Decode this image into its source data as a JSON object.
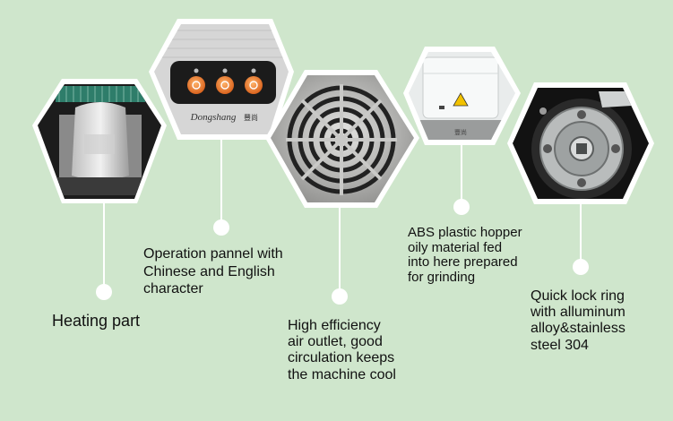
{
  "features": [
    {
      "id": "heating",
      "lines": [
        "Heating part"
      ]
    },
    {
      "id": "panel",
      "lines": [
        "Operation pannel with",
        "Chinese and English",
        "character"
      ],
      "brand": "Dongshang"
    },
    {
      "id": "air",
      "lines": [
        "High efficiency",
        "air outlet, good",
        "circulation keeps",
        "the machine cool"
      ]
    },
    {
      "id": "hopper",
      "lines": [
        "ABS plastic hopper",
        "oily material fed",
        "into here prepared",
        "for grinding"
      ]
    },
    {
      "id": "lock",
      "lines": [
        "Quick lock ring",
        "with alluminum",
        "alloy&stainless",
        "steel 304"
      ]
    }
  ],
  "colors": {
    "background": "#cfe6cc",
    "frame": "#ffffff",
    "panel_button": "#e8762a",
    "panel_dark": "#1b1b1b"
  }
}
